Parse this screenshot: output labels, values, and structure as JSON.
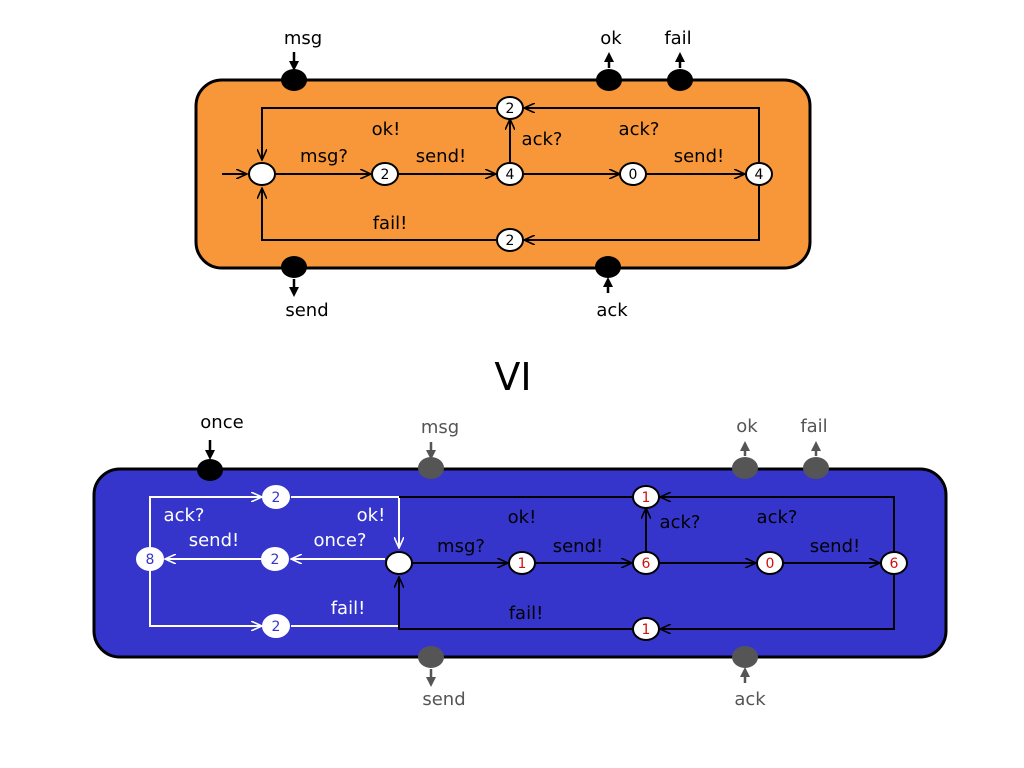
{
  "colors": {
    "top_panel": "#F7973A",
    "bottom_panel": "#3535CC",
    "port_dark": "#000000",
    "port_grey": "#555555",
    "bottom_red": "#CC1111",
    "bottom_blue_num": "#3535CC"
  },
  "top": {
    "ports": {
      "msg": "msg",
      "ok": "ok",
      "fail": "fail",
      "send": "send",
      "ack": "ack"
    },
    "nodes": {
      "n_msg": "2",
      "n_send": "4",
      "n_top": "2",
      "n_zero": "0",
      "n_right": "4",
      "n_bottom": "2"
    },
    "edges": {
      "msg": "msg?",
      "send1": "send!",
      "ok": "ok!",
      "ack_up": "ack?",
      "ack_right": "ack?",
      "send2": "send!",
      "fail": "fail!"
    }
  },
  "title": "VI",
  "bottom": {
    "ports": {
      "once": "once",
      "msg": "msg",
      "ok": "ok",
      "fail": "fail",
      "send": "send",
      "ack": "ack"
    },
    "nodes": {
      "w_top": "2",
      "w_mid": "2",
      "w_bot": "2",
      "w_left": "8",
      "n_msg": "1",
      "n_send": "6",
      "n_top": "1",
      "n_zero": "0",
      "n_right": "6",
      "n_bottom": "1"
    },
    "edges": {
      "w_ack": "ack?",
      "w_send": "send!",
      "w_ok": "ok!",
      "w_once": "once?",
      "w_fail": "fail!",
      "msg": "msg?",
      "send1": "send!",
      "ok": "ok!",
      "ack_up": "ack?",
      "ack_right": "ack?",
      "send2": "send!",
      "fail": "fail!"
    }
  }
}
